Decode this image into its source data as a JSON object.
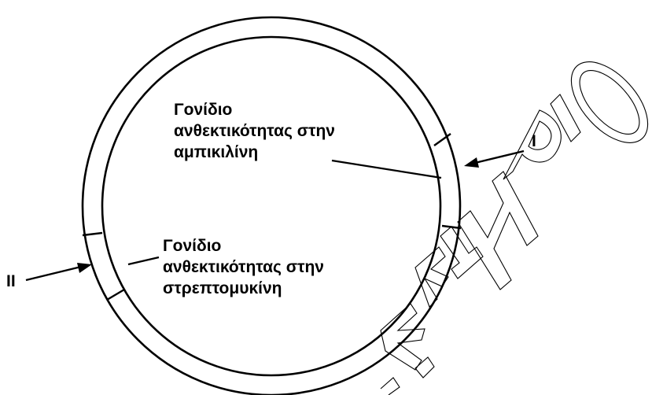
{
  "diagram": {
    "gene_ampicillin": {
      "line1": "Γονίδιο",
      "line2": "ανθεκτικότητας στην",
      "line3": "αμπικιλίνη"
    },
    "gene_streptomycin": {
      "line1": "Γονίδιο",
      "line2": "ανθεκτικότητας στην",
      "line3": "στρεπτομυκίνη"
    },
    "marker_I": "I",
    "marker_II": "II"
  },
  "watermark": {
    "letters": [
      "Σ",
      "Τ",
      "Η",
      "Ρ",
      "Ι",
      "Ο"
    ]
  },
  "colors": {
    "ink": "#000000",
    "background": "#ffffff"
  }
}
